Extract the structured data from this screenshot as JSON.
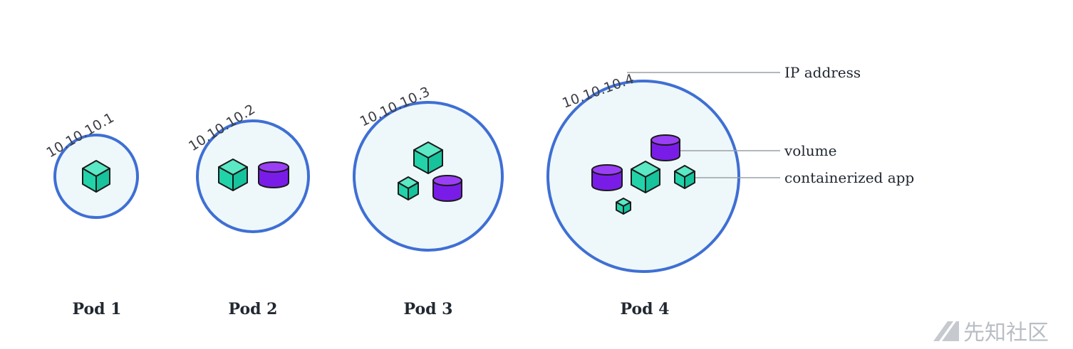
{
  "pods": [
    {
      "name": "Pod 1",
      "ip": "10.10.10.1",
      "contents": [
        "containerized-app"
      ]
    },
    {
      "name": "Pod 2",
      "ip": "10.10.10.2",
      "contents": [
        "containerized-app",
        "volume"
      ]
    },
    {
      "name": "Pod 3",
      "ip": "10.10.10.3",
      "contents": [
        "containerized-app",
        "containerized-app",
        "volume"
      ]
    },
    {
      "name": "Pod 4",
      "ip": "10.10.10.4",
      "contents": [
        "containerized-app",
        "containerized-app",
        "containerized-app",
        "volume",
        "volume"
      ]
    }
  ],
  "legend": {
    "ip_address": "IP address",
    "volume": "volume",
    "containerized_app": "containerized app"
  },
  "watermark": {
    "text": "先知社区"
  },
  "colors": {
    "pod_fill": "#eef8fb",
    "pod_stroke": "#3f6fd4",
    "app_cube": "#22d3aa",
    "volume_cylinder": "#7a1ce8"
  },
  "icons": {
    "containerized_app": "cube-icon",
    "volume": "cylinder-icon"
  }
}
